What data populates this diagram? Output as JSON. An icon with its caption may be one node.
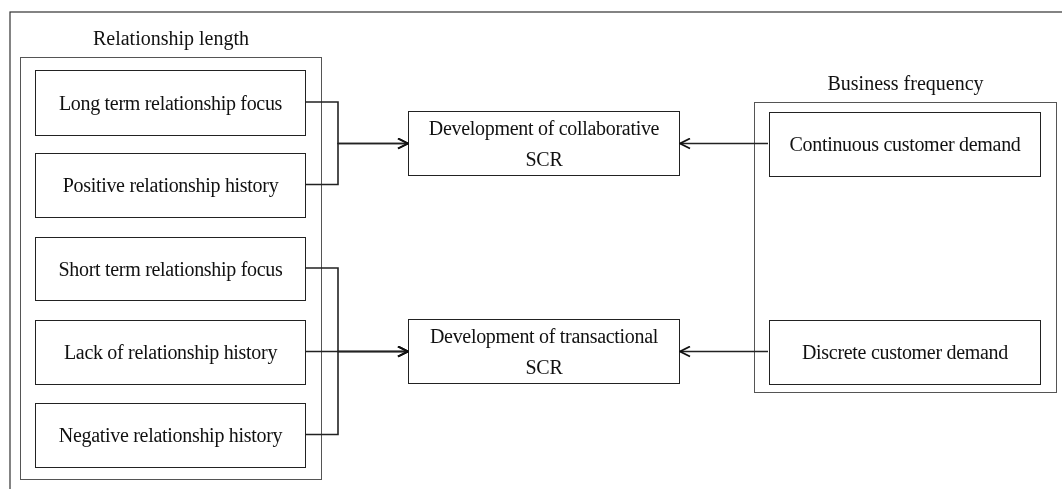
{
  "diagram": {
    "nodes": [
      {
        "text": [
          "Relationship length"
        ]
      },
      {
        "text": [
          "Long term relationship focus"
        ],
        "in": 0
      },
      {
        "text": [
          "Positive relationship history"
        ],
        "in": 0
      },
      {
        "text": [
          "Short term relationship focus"
        ],
        "in": 0
      },
      {
        "text": [
          "Lack of relationship history"
        ],
        "in": 0
      },
      {
        "text": [
          "Negative relationship history"
        ],
        "in": 0
      },
      {
        "text": [
          "Development of collaborative SCR"
        ]
      },
      {
        "text": [
          "Development of transactional SCR"
        ]
      },
      {
        "text": [
          "Business frequency"
        ]
      },
      {
        "text": [
          "Continuous customer demand"
        ],
        "in": 8
      },
      {
        "text": [
          "Discrete customer demand"
        ],
        "in": 8
      }
    ],
    "edges": [
      {
        "from": 1,
        "to": 6,
        "arrow": "to"
      },
      {
        "from": 2,
        "to": 6,
        "arrow": "to"
      },
      {
        "from": 3,
        "to": 7,
        "arrow": "to"
      },
      {
        "from": 4,
        "to": 7,
        "arrow": "to"
      },
      {
        "from": 5,
        "to": 7,
        "arrow": "to"
      },
      {
        "from": 9,
        "to": 6,
        "arrow": "to"
      },
      {
        "from": 10,
        "to": 7,
        "arrow": "to"
      }
    ]
  }
}
